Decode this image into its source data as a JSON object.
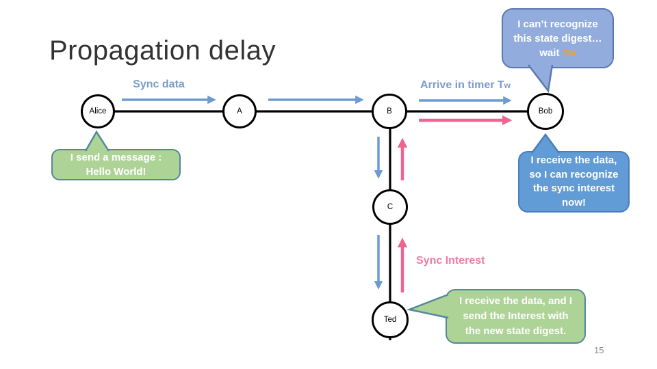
{
  "slide": {
    "title": "Propagation delay",
    "page_number": "15"
  },
  "labels": {
    "sync_data": "Sync data",
    "arrive_timer": {
      "text": "Arrive in timer T",
      "sub": "w"
    },
    "sync_interest": "Sync Interest"
  },
  "nodes": {
    "alice": "Alice",
    "a": "A",
    "b": "B",
    "bob": "Bob",
    "c": "C",
    "ted": "Ted"
  },
  "callouts": {
    "bob_wait": {
      "lines": [
        "I can’t recognize",
        "this state digest…"
      ],
      "wait_prefix": "wait",
      "timer": "Tw"
    },
    "alice_send": {
      "lines": [
        "I send a message :",
        "Hello World!"
      ]
    },
    "bob_receive": {
      "lines": [
        "I receive the data,",
        "so I can recognize",
        "the sync interest",
        "now!"
      ]
    },
    "ted_receive": {
      "lines": [
        "I receive the data, and I",
        "send the Interest with",
        "the new state digest."
      ]
    }
  },
  "colors": {
    "arrow_blue": "#6B9BD2",
    "arrow_pink": "#F0638F",
    "label_blue": "#7A9CC8",
    "label_pink": "#EE7BA2",
    "timer_gold": "#EFA424",
    "blue_callout_fill": "#92ACDE",
    "blue_callout_border": "#5B79AE",
    "blue_callout_dark_fill": "#619CD6",
    "blue_callout_dark_border": "#4B7EB8",
    "green_callout_fill": "#AED397",
    "green_callout_border": "#54889B",
    "line_black": "#000000"
  }
}
